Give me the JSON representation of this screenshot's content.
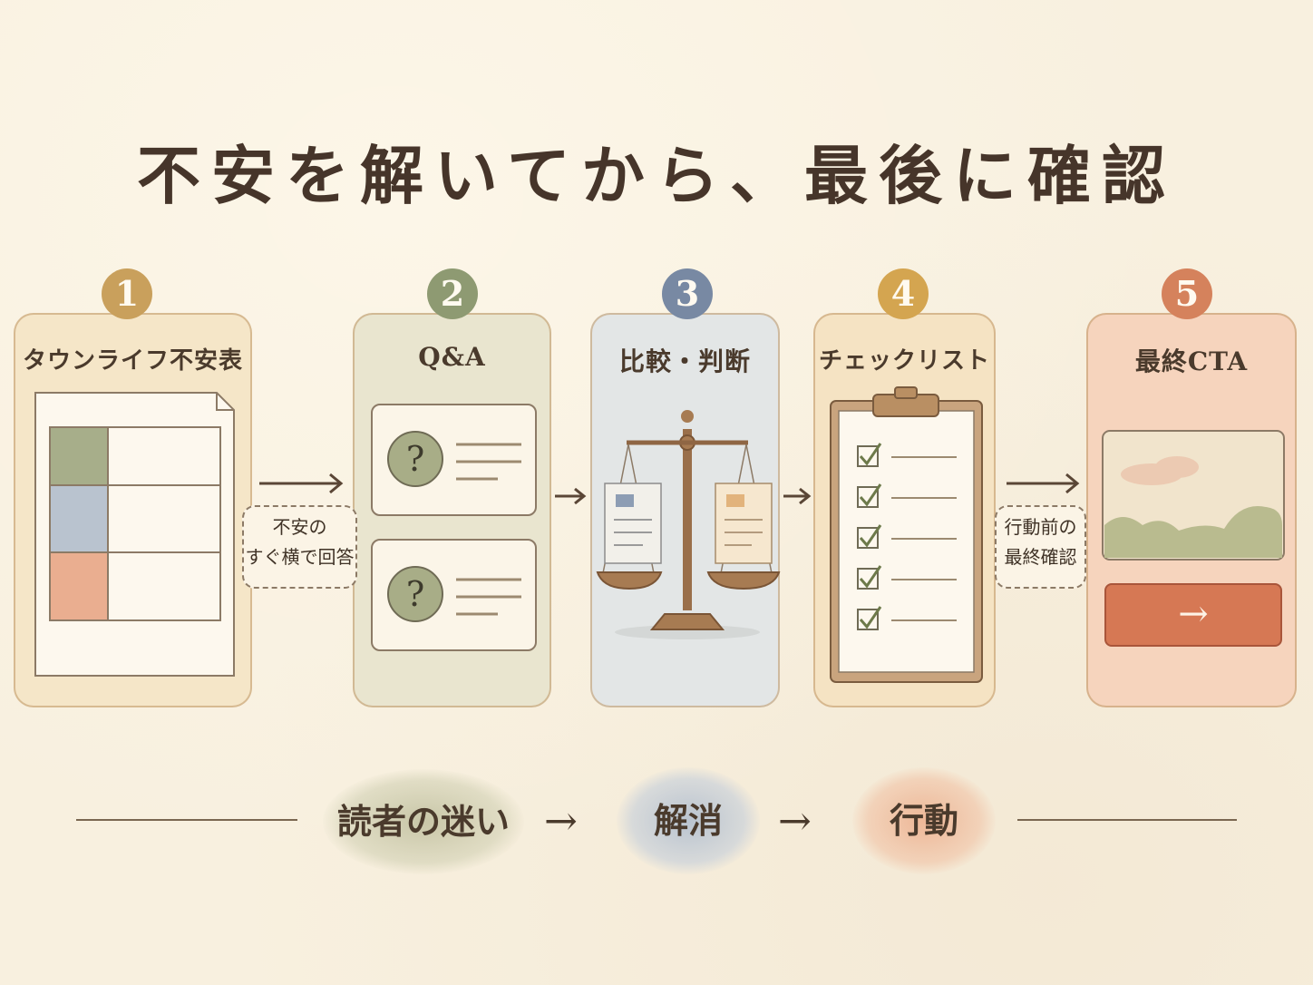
{
  "title": "不安を解いてから、最後に確認",
  "steps": [
    {
      "number": "1",
      "label": "タウンライフ不安表",
      "badge_color": "#c9a05c"
    },
    {
      "number": "2",
      "label": "Q&A",
      "badge_color": "#8e9a72"
    },
    {
      "number": "3",
      "label": "比較・判断",
      "badge_color": "#7889a3"
    },
    {
      "number": "4",
      "label": "チェックリスト",
      "badge_color": "#d4a550"
    },
    {
      "number": "5",
      "label": "最終CTA",
      "badge_color": "#d5825c"
    }
  ],
  "notes": {
    "note1": {
      "line1": "不安の",
      "line2": "すぐ横で回答"
    },
    "note2": {
      "line1": "行動前の",
      "line2": "最終確認"
    }
  },
  "qa_glyph": "?",
  "cta_arrow": "→",
  "flow": {
    "stage1": "読者の迷い",
    "stage2": "解消",
    "stage3": "行動",
    "arrow": "→"
  },
  "colors": {
    "background": "#f8f0df",
    "olive": "#b3b38e",
    "blue": "#a5b3c6",
    "peach": "#e9ab8a",
    "cta_button": "#d67854",
    "ink": "#46352a"
  }
}
